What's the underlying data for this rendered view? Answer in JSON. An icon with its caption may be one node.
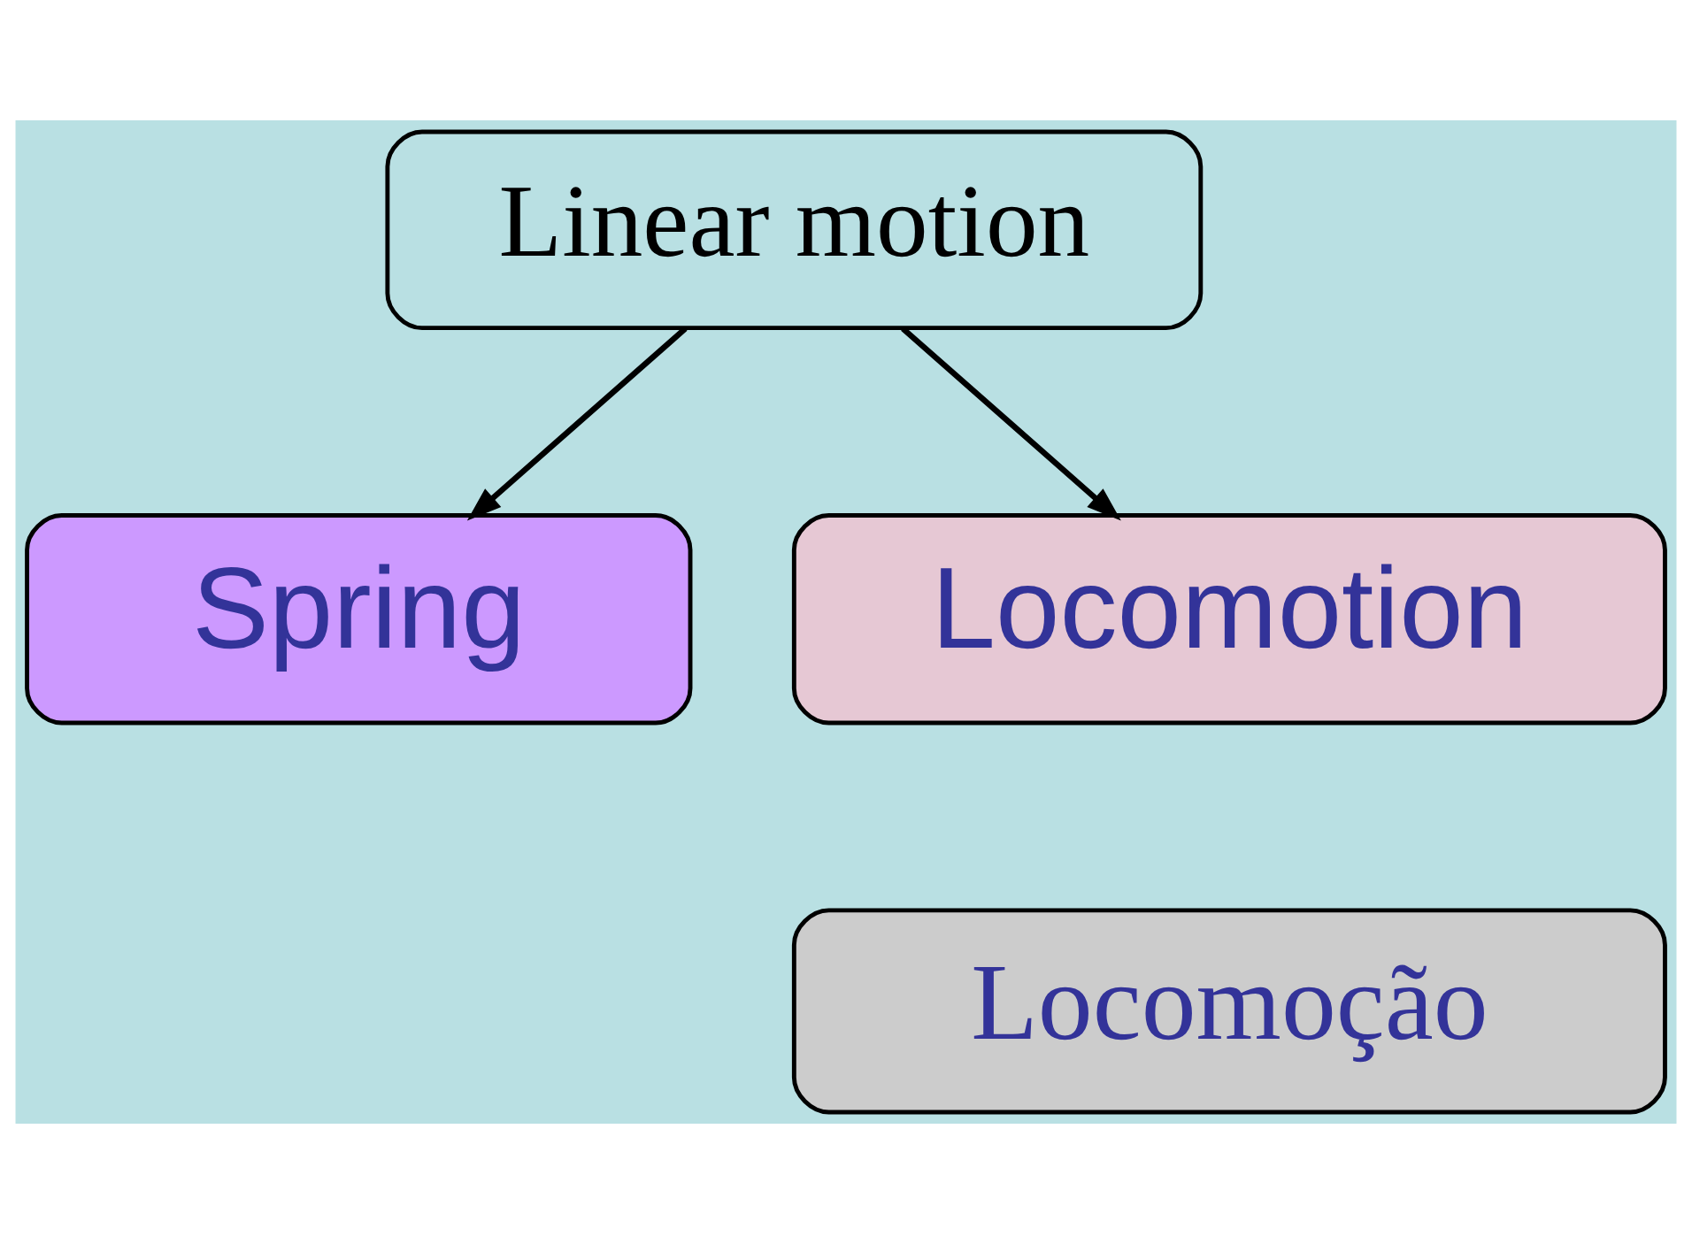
{
  "diagram": {
    "nodes": [
      {
        "text": [
          "Linear motion"
        ]
      },
      {
        "text": [
          "Spring"
        ]
      },
      {
        "text": [
          "Locomotion"
        ]
      },
      {
        "text": [
          "Locomoção"
        ]
      }
    ],
    "edges": [
      {
        "from": 0,
        "to": 1,
        "arrow": "to"
      },
      {
        "from": 0,
        "to": 2,
        "arrow": "to"
      }
    ]
  }
}
